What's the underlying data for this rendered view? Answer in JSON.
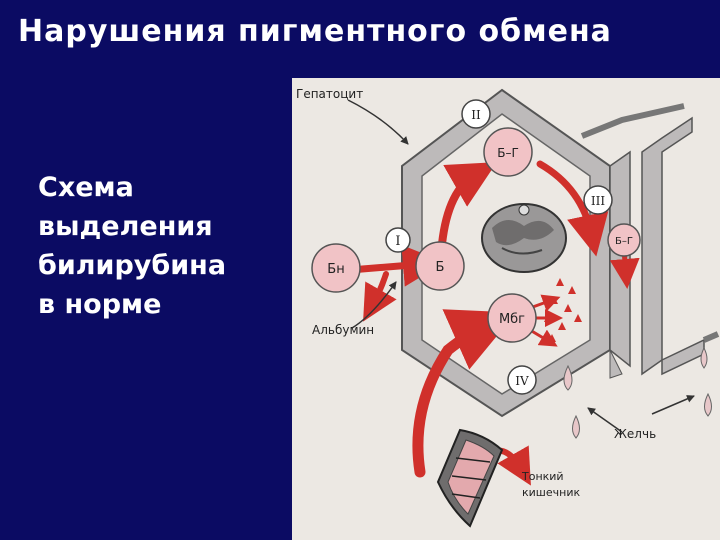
{
  "title": "Нарушения пигментного обмена",
  "caption_lines": [
    "Схема",
    "выделения",
    "билирубина",
    "в норме"
  ],
  "diagram": {
    "labels": {
      "hepatocyte": "Гепатоцит",
      "albumin": "Альбумин",
      "bile": "Желчь",
      "intestine_line1": "Тонкий",
      "intestine_line2": "кишечник"
    },
    "steps": {
      "s1": "I",
      "s2": "II",
      "s3": "III",
      "s4": "IV"
    },
    "circles": {
      "b_n": "Бн",
      "b": "Б",
      "b_g": "Б–Г",
      "b_g_bile": "Б–Г",
      "m_bg": "Мбг"
    }
  },
  "colors": {
    "background": "#0b0b63",
    "arrow_red": "#d0302b",
    "circle_fill": "#f1c3c6",
    "wall_gray": "#a8a6a6"
  }
}
